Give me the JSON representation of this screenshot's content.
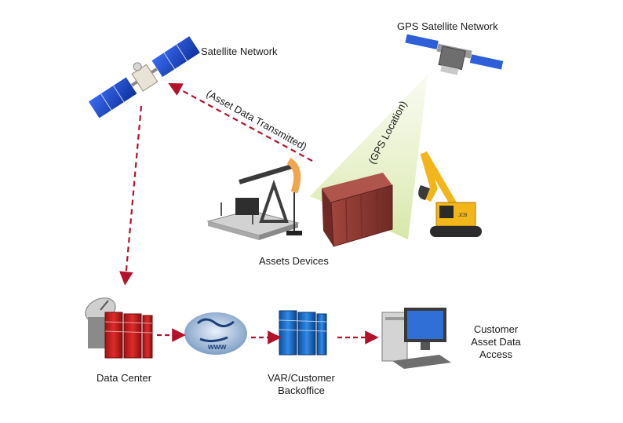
{
  "labels": {
    "satellite_network": "Satellite Network",
    "gps_satellite_network": "GPS Satellite Network",
    "asset_data_transmitted": "(Asset Data Transmitted)",
    "gps_location": "(GPS Location)",
    "assets_devices": "Assets Devices",
    "data_center": "Data Center",
    "var_customer_backoffice": [
      "VAR/Customer",
      "Backoffice"
    ],
    "customer_access": [
      "Customer",
      "Asset Data",
      "Access"
    ]
  },
  "colors": {
    "arrow": "#b3122a",
    "solar_panel": "#1f4fd6",
    "container": "#8c3a33",
    "server_red": "#c81e1e",
    "server_blue": "#1a6fd1",
    "excavator": "#f2b51a",
    "beam": "#d9eaa6"
  },
  "icons": [
    "communication-satellite-icon",
    "gps-satellite-icon",
    "oil-pumpjack-icon",
    "shipping-container-icon",
    "excavator-icon",
    "satellite-dish-icon",
    "data-center-server-icon",
    "internet-globe-icon",
    "backoffice-server-icon",
    "desktop-computer-icon"
  ]
}
